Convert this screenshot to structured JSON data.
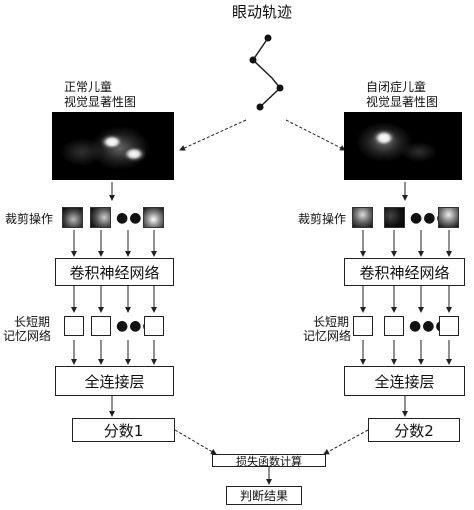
{
  "title": "眼动轨迹",
  "left": {
    "saliency_label_line1": "正常儿童",
    "saliency_label_line2": "视觉显著性图",
    "crop_label": "裁剪操作",
    "cnn_label": "卷积神经网络",
    "lstm_label_line1": "长短期",
    "lstm_label_line2": "记忆网络",
    "fc_label": "全连接层",
    "score_label": "分数1",
    "dots": "●●●"
  },
  "right": {
    "saliency_label_line1": "自闭症儿童",
    "saliency_label_line2": "视觉显著性图",
    "crop_label": "裁剪操作",
    "cnn_label": "卷积神经网络",
    "lstm_label_line1": "长短期",
    "lstm_label_line2": "记忆网络",
    "fc_label": "全连接层",
    "score_label": "分数2",
    "dots": "●●●"
  },
  "loss_label": "损失函数计算",
  "result_label": "判断结果",
  "colors": {
    "line": "#222222",
    "heatmap_background": "#000000",
    "heatmap_hotspot": "#ffffff"
  }
}
